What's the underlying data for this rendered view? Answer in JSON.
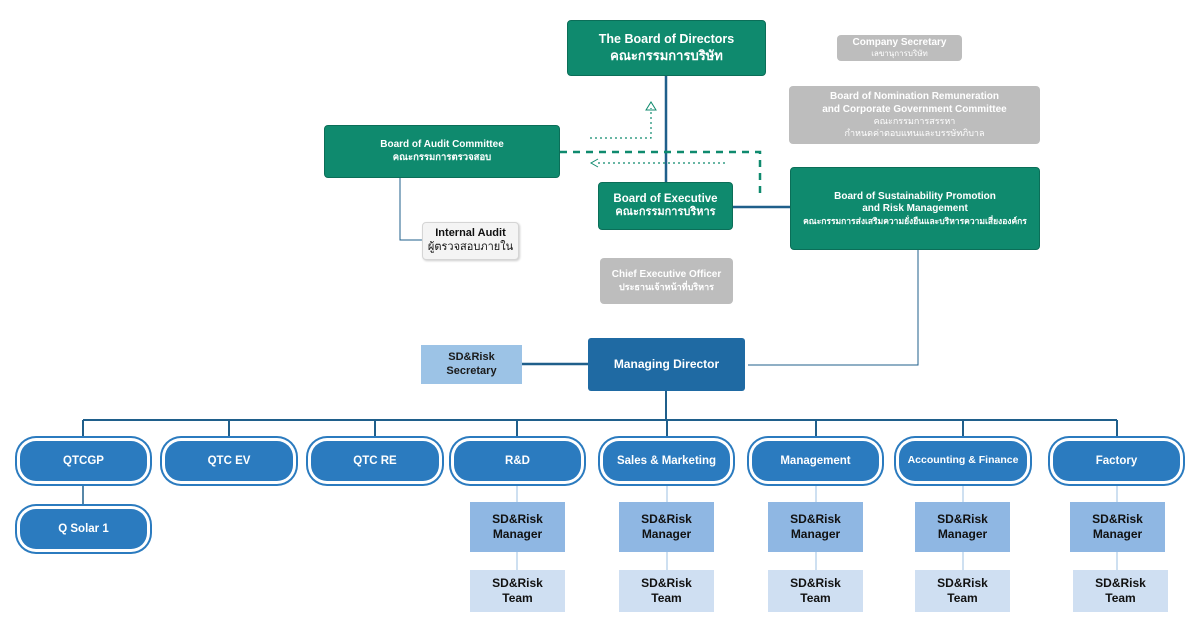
{
  "board_of_directors": {
    "en": "The Board of Directors",
    "th": "คณะกรรมการบริษัท"
  },
  "company_secretary": {
    "en": "Company Secretary",
    "th": "เลขานุการบริษัท"
  },
  "nomination_committee": {
    "line1": "Board of Nomination Remuneration",
    "line2": "and Corporate Government Committee",
    "th1": "คณะกรรมการสรรหา",
    "th2": "กำหนดค่าตอบแทนและบรรษัทภิบาล"
  },
  "audit_committee": {
    "en": "Board of Audit Committee",
    "th": "คณะกรรมการตรวจสอบ"
  },
  "internal_audit": {
    "en": "Internal Audit",
    "th": "ผู้ตรวจสอบภายใน"
  },
  "board_of_executive": {
    "en": "Board of Executive",
    "th": "คณะกรรมการบริหาร"
  },
  "sustainability_board": {
    "line1": "Board of  Sustainability Promotion",
    "line2": "and Risk Management",
    "th": "คณะกรรมการส่งเสริมความยั่งยืนและบริหารความเสี่ยงองค์กร"
  },
  "ceo": {
    "en": "Chief Executive Officer",
    "th": "ประธานเจ้าหน้าที่บริหาร"
  },
  "managing_director": "Managing Director",
  "sd_risk_secretary": {
    "line1": "SD&Risk",
    "line2": "Secretary"
  },
  "departments": [
    "QTCGP",
    "QTC EV",
    "QTC RE",
    "R&D",
    "Sales & Marketing",
    "Management",
    "Accounting & Finance",
    "Factory"
  ],
  "subsidiary": "Q Solar 1",
  "sd_risk_manager": {
    "line1": "SD&Risk",
    "line2": "Manager"
  },
  "sd_risk_team": {
    "line1": "SD&Risk",
    "line2": "Team"
  }
}
